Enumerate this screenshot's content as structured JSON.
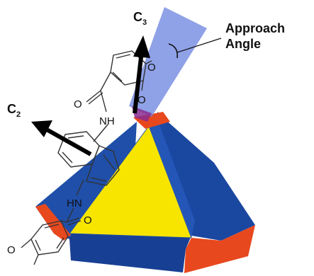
{
  "labels": {
    "approach_line1": "Approach",
    "approach_line2": "Angle",
    "c3_main": "C",
    "c3_sub": "3",
    "c2_main": "C",
    "c2_sub": "2"
  },
  "atoms": {
    "o_top_1": "O",
    "o_top_2": "O",
    "o_carbonyl_top": "O",
    "nh": "NH",
    "hn": "HN",
    "o_carbonyl_bottom": "O",
    "o_bottom_left": "O"
  },
  "colors": {
    "face_yellow": "#f7e500",
    "face_blue": "#1f4fa8",
    "face_blue_dark": "#163f8e",
    "corner_red": "#e8481e",
    "beam": "#6f86e0",
    "beam_tip": "#8a2b8f",
    "arrow": "#000000",
    "bond": "#333333"
  }
}
